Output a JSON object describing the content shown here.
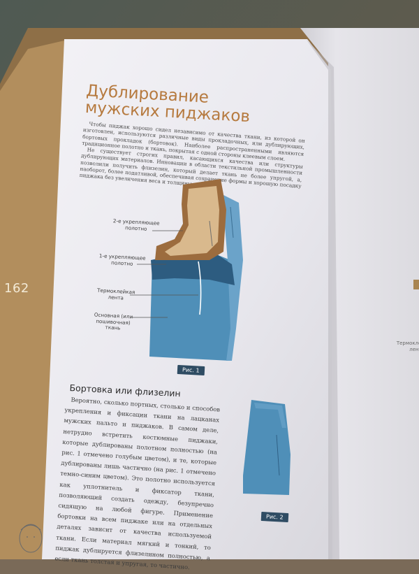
{
  "sidebar": {
    "page_number": "162"
  },
  "page": {
    "title": "Дублирование мужских пиджаков",
    "intro_paragraphs": [
      "Чтобы пиджак хорошо сидел независимо от качества ткани, из которой он изготовлен, используются различные виды прокладочных, или дублирующих, бортовых прокладок (бортовок). Наиболее распространенными являются традиционное полотно и ткань, покрытая с одной стороны клеевым слоем.",
      "Не существует строгих правил, касающихся качества или структуры дублирующих материалов. Инновации в области текстильной промышленности позволили получить флизелин, который делает ткань не более упругой, а, наоборот, более податливой, обеспечивая сохранение формы и хорошую посадку пиджака без увеличения веса и толщины изделия."
    ],
    "figure1": {
      "labels": {
        "interlining_2": "2-е укрепляющее полотно",
        "interlining_1": "1-е укрепляющее полотно",
        "tape": "Термоклейкая лента",
        "main_fabric": "Основная (или пошивочная) ткань"
      },
      "caption": "Рис. 1"
    },
    "section": {
      "heading": "Бортовка или флизелин",
      "paragraph": "Вероятно, сколько портных, столько и способов укрепления и фиксации ткани на лацканах мужских пальто и пиджаков. В самом деле, нетрудно встретить костюмные пиджаки, которые дублированы полотном полностью (на рис. 1 отмечено голубым цветом), и те, которые дублированы лишь частично (на рис. 1 отмечено темно-синим цветом). Это полотно используется как уплотнитель и фиксатор ткани, позволяющий создать одежду, безупречно сидящую на любой фигуре. Применение бортовки на всем пиджаке или на отдельных деталях зависит от качества используемой ткани. Если материал мягкий и тонкий, то пиджак дублируется флизелином полностью, а если ткань толстая и упругая, то частично."
    },
    "figure2": {
      "caption": "Рис. 2"
    }
  },
  "right_page": {
    "fragment_lines": [
      "Термоклей",
      "лента"
    ]
  },
  "colors": {
    "heading": "#b67a3f",
    "fabric_light_blue": "#4f8fb8",
    "fabric_dark_blue": "#2d5c80",
    "interlining_tan": "#d9b98d",
    "interlining_brown": "#9c6c3e",
    "caption_bg": "#2f4c63",
    "book_cover": "#a98552"
  }
}
